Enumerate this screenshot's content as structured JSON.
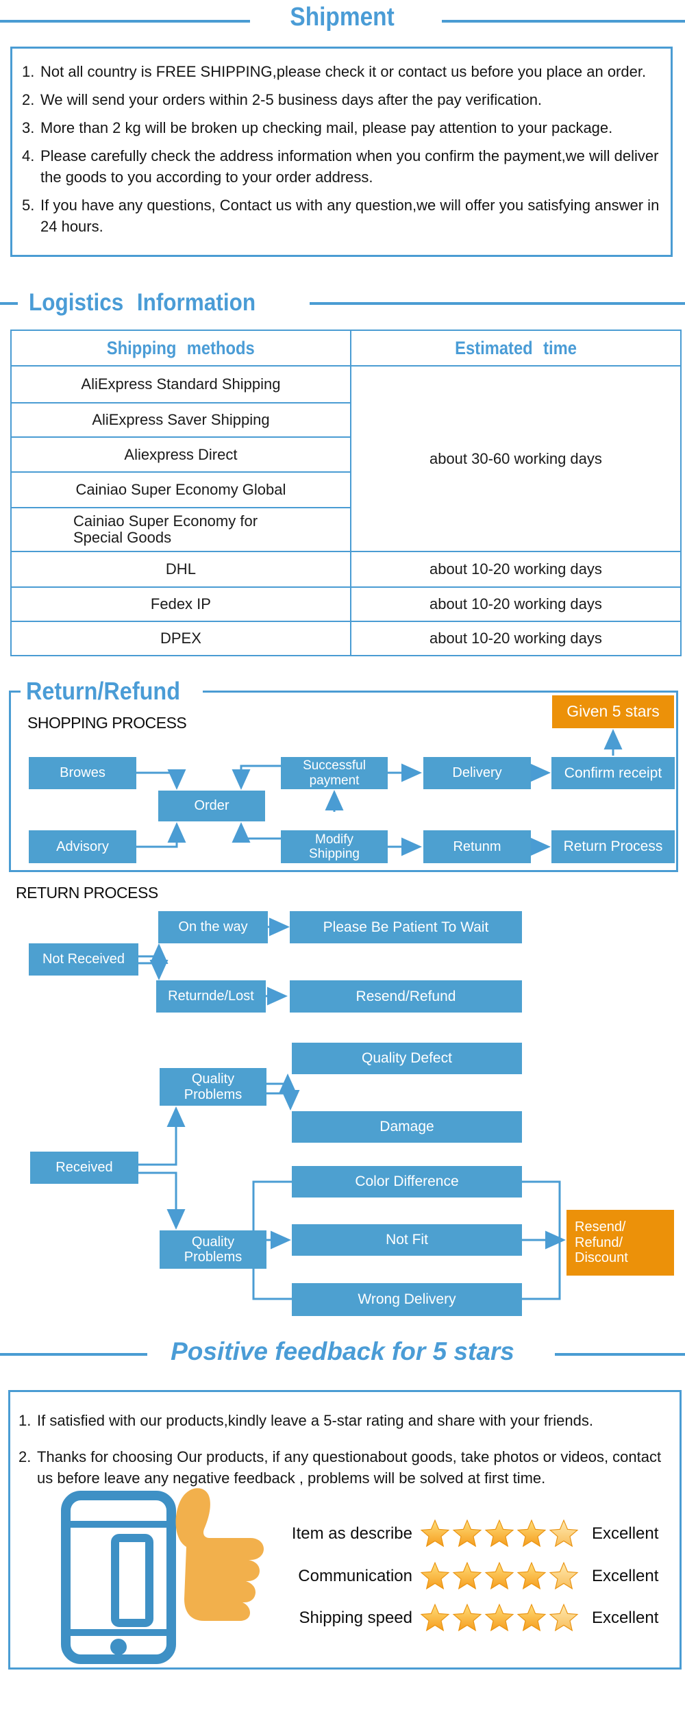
{
  "colors": {
    "accent_blue": "#4A9CD3",
    "title_blue": "#4A9CD6",
    "flow_box_blue": "#4DA0D0",
    "orange": "#EC9109",
    "thumb_orange": "#F2B04C",
    "star_gold": "#F59D1E"
  },
  "shipment": {
    "title": "Shipment",
    "items": [
      {
        "n": "1.",
        "text": "Not all country is FREE SHIPPING,please check it or contact us before you place an order."
      },
      {
        "n": "2.",
        "text": "We will send your orders within 2-5 business days after the pay verification."
      },
      {
        "n": "3.",
        "text": "More than 2 kg will be broken up checking mail, please pay attention to your package."
      },
      {
        "n": "4.",
        "text": "Please carefully check the address information when you confirm the payment,we will deliver the goods to you according to your order address."
      },
      {
        "n": "5.",
        "text": "If you have any questions, Contact us with any question,we will offer you satisfying answer in 24 hours."
      }
    ]
  },
  "logistics": {
    "title": "Logistics Information",
    "table": {
      "col1_header": "Shipping methods",
      "col2_header": "Estimated time",
      "group_rows": [
        "AliExpress Standard Shipping",
        "AliExpress Saver Shipping",
        "Aliexpress Direct",
        "Cainiao Super Economy Global",
        "Cainiao Super Economy for Special Goods"
      ],
      "group_time": "about 30-60 working days",
      "rows": [
        {
          "method": "DHL",
          "time": "about 10-20 working days"
        },
        {
          "method": "Fedex IP",
          "time": "about 10-20 working days"
        },
        {
          "method": "DPEX",
          "time": "about 10-20 working days"
        }
      ]
    }
  },
  "return_refund": {
    "title": "Return/Refund",
    "shopping_process_label": "SHOPPING PROCESS",
    "return_process_label": "RETURN PROCESS",
    "shopping": {
      "browes": "Browes",
      "order": "Order",
      "advisory": "Advisory",
      "successful_payment": "Successful payment",
      "modify_shipping": "Modify Shipping",
      "delivery": "Delivery",
      "retunm": "Retunm",
      "confirm_receipt": "Confirm receipt",
      "return_process": "Return Process",
      "given_5_stars": "Given 5 stars"
    },
    "return": {
      "not_received": "Not Received",
      "on_the_way": "On the way",
      "please_be_patient": "Please Be Patient To Wait",
      "returnde_lost": "Returnde/Lost",
      "resend_refund": "Resend/Refund",
      "quality_problems_a": "Quality Problems",
      "quality_defect": "Quality Defect",
      "damage": "Damage",
      "received": "Received",
      "quality_problems_b": "Quality Problems",
      "color_difference": "Color Difference",
      "not_fit": "Not Fit",
      "wrong_delivery": "Wrong Delivery",
      "resend_refund_discount": "Resend/\nRefund/\nDiscount"
    }
  },
  "feedback": {
    "title": "Positive feedback for 5 stars",
    "items": [
      {
        "n": "1.",
        "text": "If satisfied with our products,kindly leave a 5-star rating and share with your friends."
      },
      {
        "n": "2.",
        "text": "Thanks for choosing Our products, if any questionabout goods, take photos or videos, contact us before leave any negative feedback , problems will be solved at first time."
      }
    ],
    "ratings": [
      {
        "label": "Item as describe",
        "stars": 5,
        "grade": "Excellent"
      },
      {
        "label": "Communication",
        "stars": 5,
        "grade": "Excellent"
      },
      {
        "label": "Shipping speed",
        "stars": 5,
        "grade": "Excellent"
      }
    ]
  }
}
